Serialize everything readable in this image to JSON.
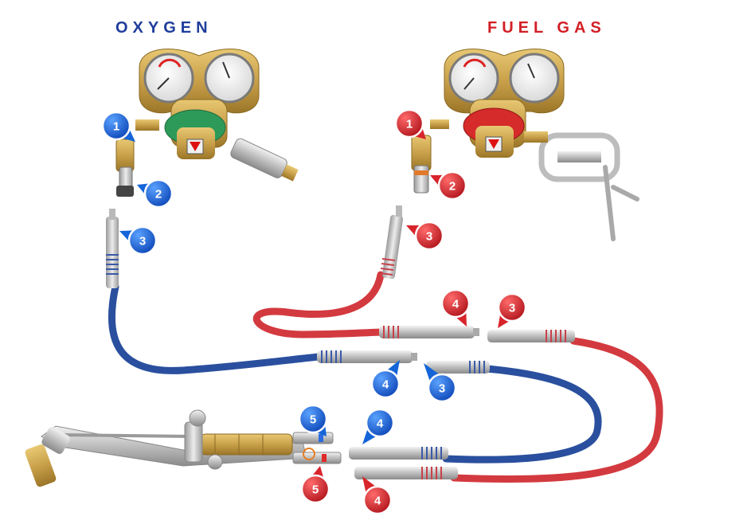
{
  "titles": {
    "oxygen": "OXYGEN",
    "fuel_gas": "FUEL GAS"
  },
  "colors": {
    "oxygen": "#1f3d9c",
    "fuel": "#d31f26",
    "blue_badge": "#1565d8",
    "red_badge": "#d8242b",
    "brass": "#c9a04a",
    "hose_blue": "#2a4f9e",
    "hose_red": "#d33a3f",
    "steel": "#c8c8c8"
  },
  "callouts": [
    {
      "id": "oxy-1",
      "group": "oxygen",
      "label": "1"
    },
    {
      "id": "oxy-2",
      "group": "oxygen",
      "label": "2"
    },
    {
      "id": "oxy-3a",
      "group": "oxygen",
      "label": "3"
    },
    {
      "id": "oxy-3b",
      "group": "oxygen",
      "label": "3"
    },
    {
      "id": "oxy-4a",
      "group": "oxygen",
      "label": "4"
    },
    {
      "id": "oxy-4b",
      "group": "oxygen",
      "label": "4"
    },
    {
      "id": "oxy-5",
      "group": "oxygen",
      "label": "5"
    },
    {
      "id": "fuel-1",
      "group": "fuel",
      "label": "1"
    },
    {
      "id": "fuel-2",
      "group": "fuel",
      "label": "2"
    },
    {
      "id": "fuel-3a",
      "group": "fuel",
      "label": "3"
    },
    {
      "id": "fuel-3b",
      "group": "fuel",
      "label": "3"
    },
    {
      "id": "fuel-4a",
      "group": "fuel",
      "label": "4"
    },
    {
      "id": "fuel-4b",
      "group": "fuel",
      "label": "4"
    },
    {
      "id": "fuel-5",
      "group": "fuel",
      "label": "5"
    }
  ]
}
